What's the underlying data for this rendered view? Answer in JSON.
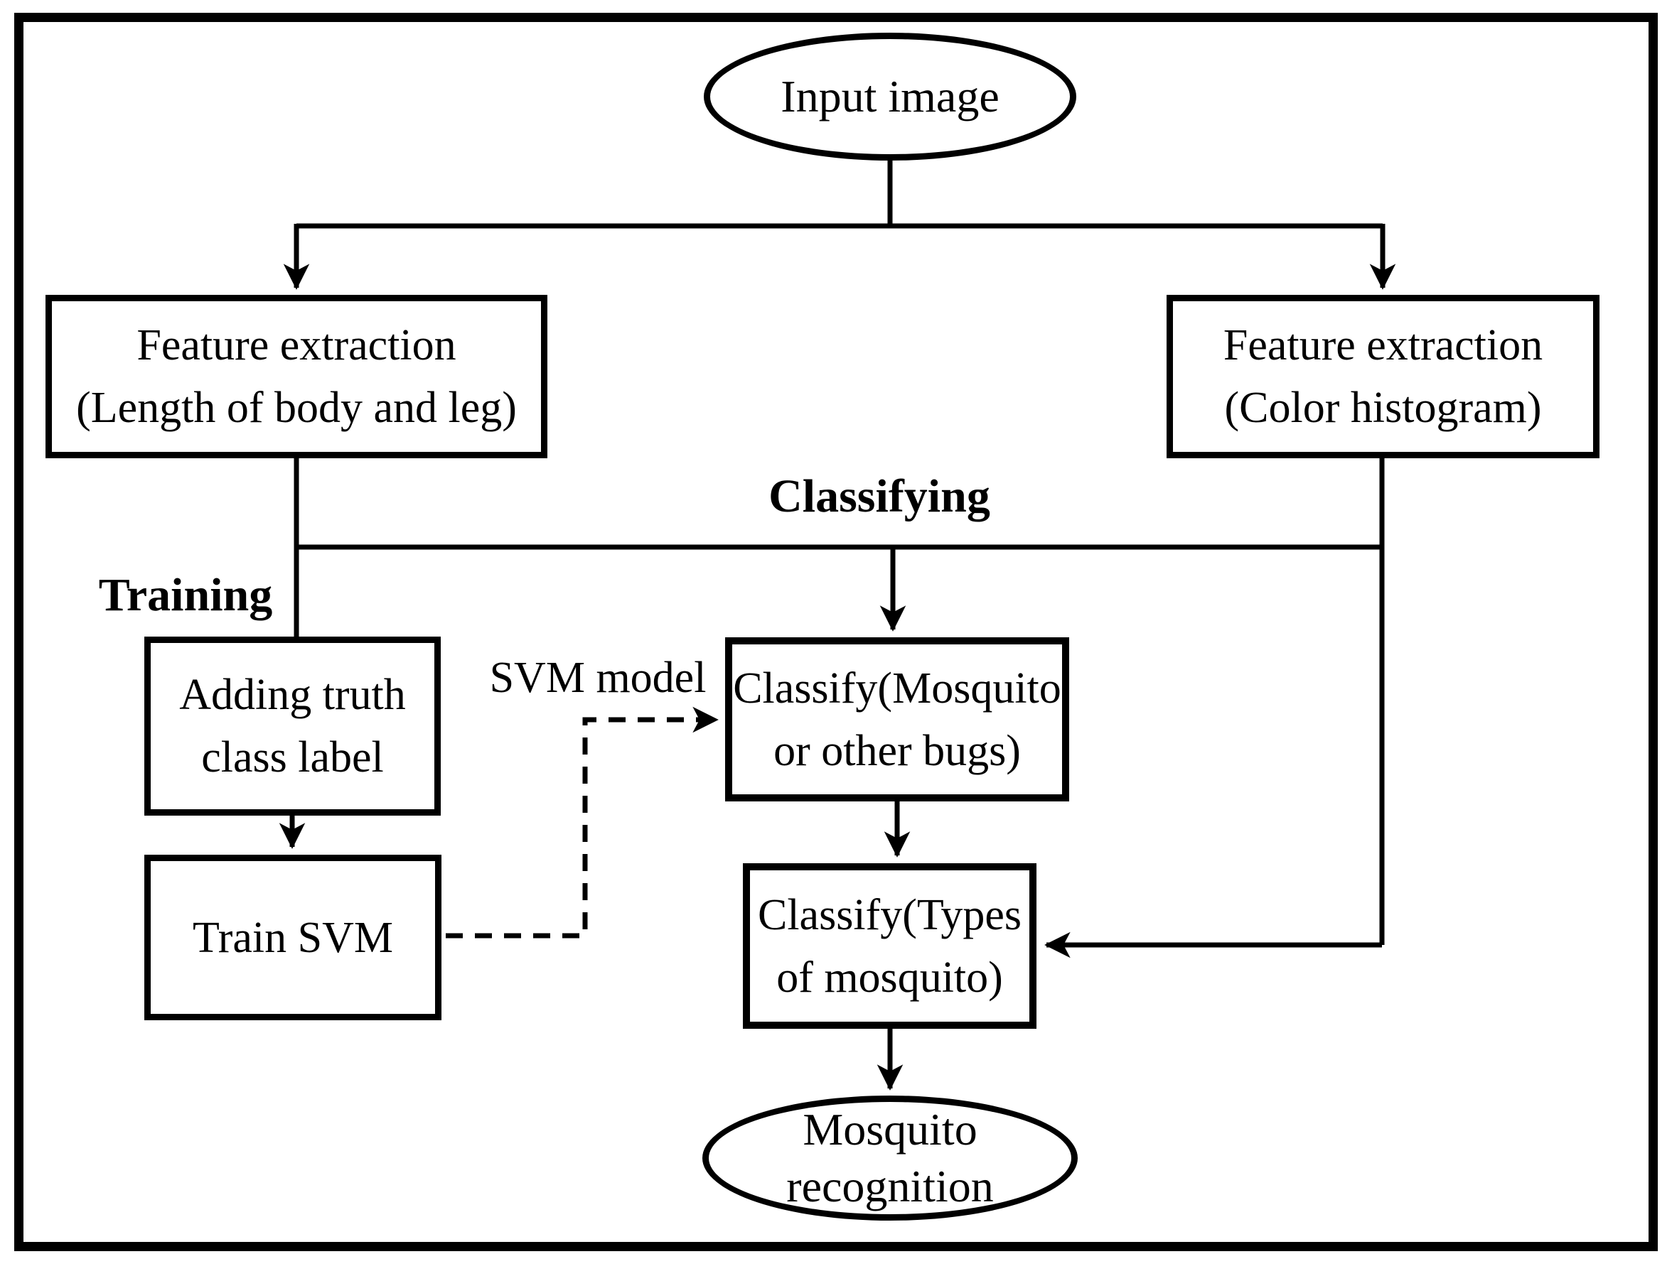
{
  "figure": {
    "type": "flowchart",
    "background_color": "#ffffff",
    "ink_color": "#000000",
    "border": "thick black rectangle around entire diagram"
  },
  "nodes": {
    "input_image": {
      "shape": "ellipse",
      "label": "Input image"
    },
    "feature_extraction_body_leg": {
      "shape": "rect",
      "line1": "Feature extraction",
      "line2": "(Length of body and leg)"
    },
    "feature_extraction_color": {
      "shape": "rect",
      "line1": "Feature extraction",
      "line2": "(Color histogram)"
    },
    "adding_truth_class_label": {
      "shape": "rect",
      "line1": "Adding truth",
      "line2": "class label"
    },
    "train_svm": {
      "shape": "rect",
      "label": "Train SVM"
    },
    "classify_mosquito_or_bugs": {
      "shape": "rect",
      "line1": "Classify(Mosquito",
      "line2": "or other bugs)"
    },
    "classify_types_of_mosquito": {
      "shape": "rect",
      "line1": "Classify(Types",
      "line2": "of mosquito)"
    },
    "mosquito_recognition": {
      "shape": "ellipse",
      "line1": "Mosquito",
      "line2": "recognition"
    }
  },
  "annotations": {
    "classifying": "Classifying",
    "training": "Training",
    "svm_model": "SVM model"
  },
  "edges": [
    {
      "from": "input_image",
      "to": "feature_extraction_body_leg",
      "style": "solid-arrow"
    },
    {
      "from": "input_image",
      "to": "feature_extraction_color",
      "style": "solid-arrow"
    },
    {
      "from": "feature_extraction_body_leg",
      "to": "adding_truth_class_label",
      "style": "solid-line",
      "branch_label": "Training"
    },
    {
      "from": "feature_extraction_body_leg",
      "to": "classify_mosquito_or_bugs",
      "style": "solid-arrow",
      "branch_label": "Classifying"
    },
    {
      "from": "adding_truth_class_label",
      "to": "train_svm",
      "style": "solid-arrow"
    },
    {
      "from": "train_svm",
      "to": "classify_mosquito_or_bugs",
      "style": "dashed-arrow",
      "edge_label": "SVM model"
    },
    {
      "from": "classify_mosquito_or_bugs",
      "to": "classify_types_of_mosquito",
      "style": "solid-arrow"
    },
    {
      "from": "feature_extraction_color",
      "to": "classify_types_of_mosquito",
      "style": "solid-arrow"
    },
    {
      "from": "classify_types_of_mosquito",
      "to": "mosquito_recognition",
      "style": "solid-arrow"
    }
  ]
}
